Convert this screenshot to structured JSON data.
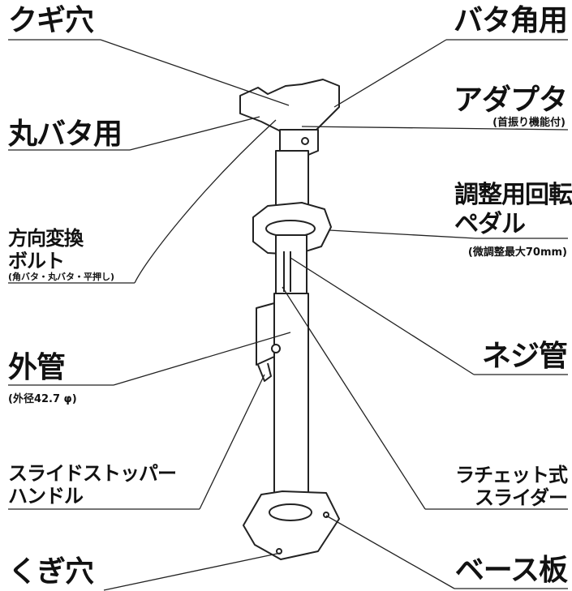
{
  "labels": {
    "kugi_ana_top": "クギ穴",
    "bata_kaku": "バタ角用",
    "adapter": "アダプタ",
    "adapter_note": "(首振り機能付)",
    "maru_bata": "丸バタ用",
    "pedal_line1": "調整用回転",
    "pedal_line2": "ペダル",
    "pedal_note": "(微調整最大70mm)",
    "houkou_line1": "方向変換",
    "houkou_line2": "ボルト",
    "houkou_note": "(角バタ・丸バタ・平押し)",
    "neji": "ネジ管",
    "gaikan": "外管",
    "gaikan_note": "(外径42.7 φ)",
    "stopper_line1": "スライドストッパー",
    "stopper_line2": "ハンドル",
    "ratchet_line1": "ラチェット式",
    "ratchet_line2": "スライダー",
    "kugi_ana_bottom": "くぎ穴",
    "base": "ベース板"
  }
}
